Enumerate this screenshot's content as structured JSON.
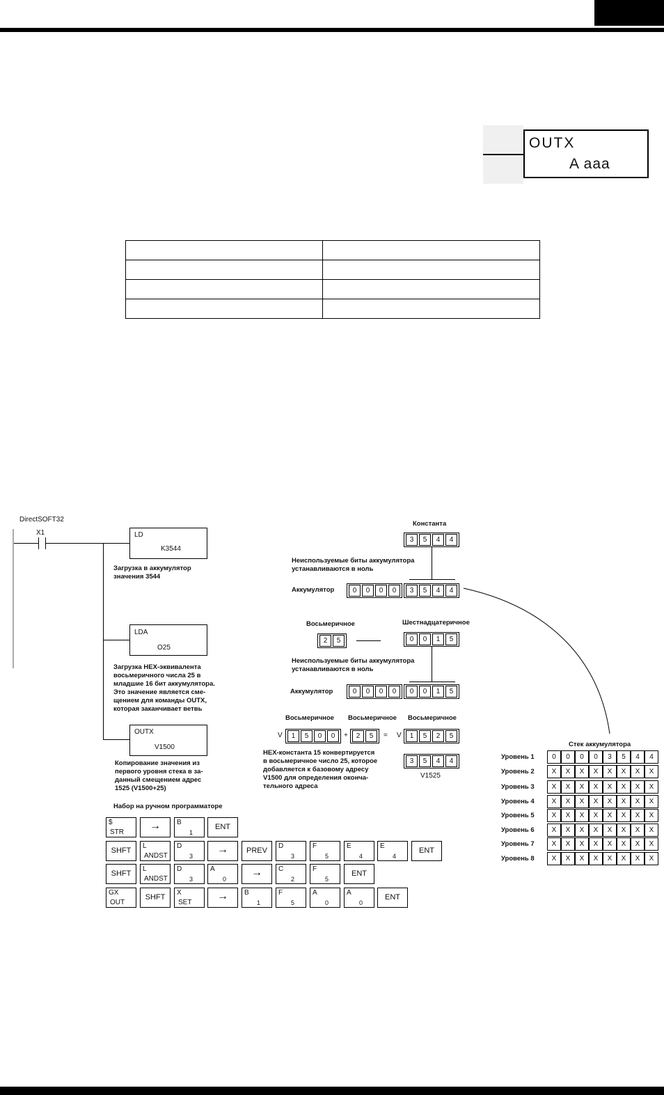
{
  "outx_symbol": {
    "instruction": "OUTX",
    "operand": "A aaa"
  },
  "operand_table": {
    "rows": [
      [
        "",
        ""
      ],
      [
        "",
        ""
      ],
      [
        "",
        ""
      ],
      [
        "",
        ""
      ]
    ]
  },
  "ladder": {
    "software_label": "DirectSOFT32",
    "contact_label": "X1",
    "ld": {
      "name": "LD",
      "operand": "K3544",
      "desc": [
        "Загрузка в аккумулятор",
        "значения 3544"
      ]
    },
    "lda": {
      "name": "LDA",
      "operand": "O25",
      "desc": [
        "Загрузка HEX-эквивалента",
        "восьмеричного числа 25 в",
        "младшие 16 бит аккумулятора.",
        "Это значение является сме-",
        "щением для команды OUTX,",
        "которая заканчивает ветвь"
      ]
    },
    "outx": {
      "name": "OUTX",
      "operand": "V1500",
      "desc": [
        "Копирование значения из",
        "первого уровня стека в за-",
        "данный смещением адрес",
        "1525 (V1500+25)"
      ]
    }
  },
  "diagram": {
    "constant_label": "Константа",
    "constant_digits": [
      "3",
      "5",
      "4",
      "4"
    ],
    "unused_bits_note_1": [
      "Неиспользуемые биты аккумулятора",
      "устанавливаются в ноль"
    ],
    "accumulator_label": "Аккумулятор",
    "acc1_high": [
      "0",
      "0",
      "0",
      "0"
    ],
    "acc1_low": [
      "3",
      "5",
      "4",
      "4"
    ],
    "octal_label": "Восьмеричное",
    "hex_label": "Шестнадцатеричное",
    "octal_digits": [
      "2",
      "5"
    ],
    "hex_digits": [
      "0",
      "0",
      "1",
      "5"
    ],
    "unused_bits_note_2": [
      "Неиспользуемые биты аккумулятора",
      "устанавливаются в ноль"
    ],
    "acc2_high": [
      "0",
      "0",
      "0",
      "0"
    ],
    "acc2_low": [
      "0",
      "0",
      "1",
      "5"
    ],
    "octal_header_1": "Восьмеричное",
    "octal_header_2": "Восьмеричное",
    "octal_header_3": "Восьмеричное",
    "v_prefix": "V",
    "addr_base": [
      "1",
      "5",
      "0",
      "0"
    ],
    "plus": "+",
    "offset": [
      "2",
      "5"
    ],
    "equals": "=",
    "addr_result": [
      "1",
      "5",
      "2",
      "5"
    ],
    "result_value": [
      "3",
      "5",
      "4",
      "4"
    ],
    "result_label": "V1525",
    "hex_note": [
      "HEX-константа 15 конвертируется",
      "в восьмеричное число 25, которое",
      "добавляется к базовому адресу",
      "V1500 для определения оконча-",
      "тельного адреса"
    ]
  },
  "stack": {
    "title": "Стек аккумулятора",
    "levels": [
      {
        "label": "Уровень 1",
        "cells": [
          "0",
          "0",
          "0",
          "0",
          "3",
          "5",
          "4",
          "4"
        ]
      },
      {
        "label": "Уровень 2",
        "cells": [
          "X",
          "X",
          "X",
          "X",
          "X",
          "X",
          "X",
          "X"
        ]
      },
      {
        "label": "Уровень 3",
        "cells": [
          "X",
          "X",
          "X",
          "X",
          "X",
          "X",
          "X",
          "X"
        ]
      },
      {
        "label": "Уровень 4",
        "cells": [
          "X",
          "X",
          "X",
          "X",
          "X",
          "X",
          "X",
          "X"
        ]
      },
      {
        "label": "Уровень 5",
        "cells": [
          "X",
          "X",
          "X",
          "X",
          "X",
          "X",
          "X",
          "X"
        ]
      },
      {
        "label": "Уровень 6",
        "cells": [
          "X",
          "X",
          "X",
          "X",
          "X",
          "X",
          "X",
          "X"
        ]
      },
      {
        "label": "Уровень 7",
        "cells": [
          "X",
          "X",
          "X",
          "X",
          "X",
          "X",
          "X",
          "X"
        ]
      },
      {
        "label": "Уровень 8",
        "cells": [
          "X",
          "X",
          "X",
          "X",
          "X",
          "X",
          "X",
          "X"
        ]
      }
    ]
  },
  "handheld": {
    "title": "Набор на ручном программаторе",
    "arrow": "→",
    "rows": [
      [
        {
          "t": "$",
          "b": "STR",
          "style": "two"
        },
        {
          "c": "→"
        },
        {
          "t": "B",
          "b": "1"
        },
        {
          "c": "ENT"
        }
      ],
      [
        {
          "c": "SHFT"
        },
        {
          "t": "L",
          "b": "ANDST",
          "style": "two"
        },
        {
          "t": "D",
          "b": "3"
        },
        {
          "c": "→"
        },
        {
          "c": "PREV"
        },
        {
          "t": "D",
          "b": "3"
        },
        {
          "t": "F",
          "b": "5"
        },
        {
          "t": "E",
          "b": "4"
        },
        {
          "t": "E",
          "b": "4"
        },
        {
          "c": "ENT"
        }
      ],
      [
        {
          "c": "SHFT"
        },
        {
          "t": "L",
          "b": "ANDST",
          "style": "two"
        },
        {
          "t": "D",
          "b": "3"
        },
        {
          "t": "A",
          "b": "0"
        },
        {
          "c": "→"
        },
        {
          "t": "C",
          "b": "2"
        },
        {
          "t": "F",
          "b": "5"
        },
        {
          "c": "ENT"
        }
      ],
      [
        {
          "t": "GX",
          "b": "OUT",
          "style": "two"
        },
        {
          "c": "SHFT"
        },
        {
          "t": "X",
          "b": "SET",
          "style": "two"
        },
        {
          "c": "→"
        },
        {
          "t": "B",
          "b": "1"
        },
        {
          "t": "F",
          "b": "5"
        },
        {
          "t": "A",
          "b": "0"
        },
        {
          "t": "A",
          "b": "0"
        },
        {
          "c": "ENT"
        }
      ]
    ]
  }
}
